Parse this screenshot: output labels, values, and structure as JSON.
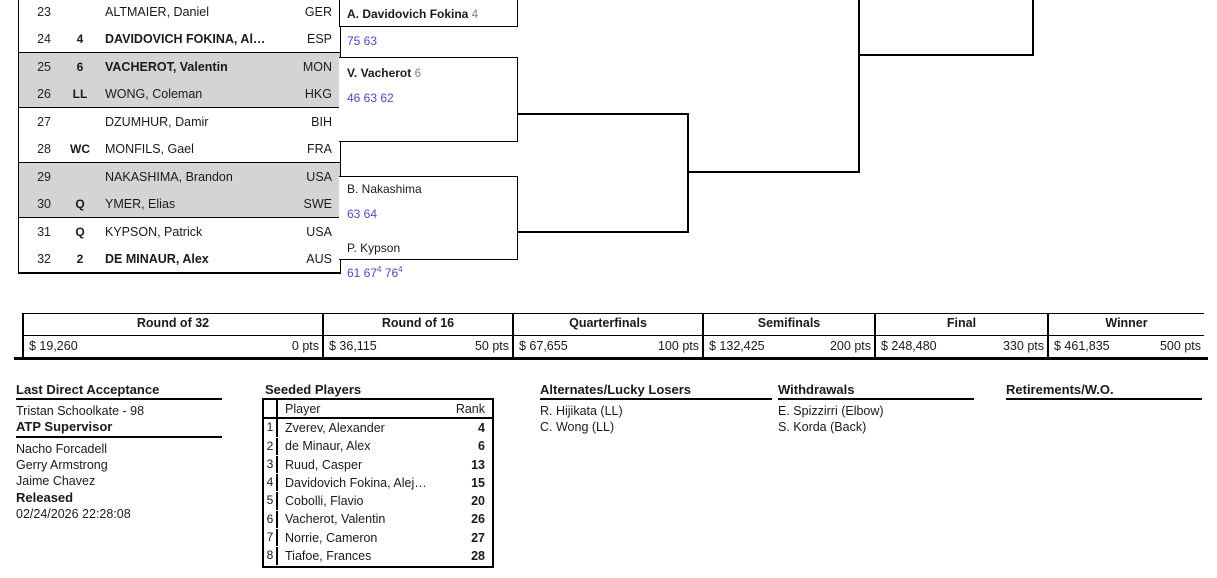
{
  "draw": {
    "entrants": [
      {
        "num": "23",
        "status": "",
        "name": "ALTMAIER, Daniel",
        "country": "GER",
        "bold": false,
        "shaded": false
      },
      {
        "num": "24",
        "status": "4",
        "name": "DAVIDOVICH FOKINA, Al…",
        "country": "ESP",
        "bold": true,
        "shaded": false
      },
      {
        "num": "25",
        "status": "6",
        "name": "VACHEROT, Valentin",
        "country": "MON",
        "bold": true,
        "shaded": true
      },
      {
        "num": "26",
        "status": "LL",
        "name": "WONG, Coleman",
        "country": "HKG",
        "bold": false,
        "shaded": true
      },
      {
        "num": "27",
        "status": "",
        "name": "DZUMHUR, Damir",
        "country": "BIH",
        "bold": false,
        "shaded": false
      },
      {
        "num": "28",
        "status": "WC",
        "name": "MONFILS, Gael",
        "country": "FRA",
        "bold": false,
        "shaded": false
      },
      {
        "num": "29",
        "status": "",
        "name": "NAKASHIMA, Brandon",
        "country": "USA",
        "bold": false,
        "shaded": true
      },
      {
        "num": "30",
        "status": "Q",
        "name": "YMER, Elias",
        "country": "SWE",
        "bold": false,
        "shaded": true
      },
      {
        "num": "31",
        "status": "Q",
        "name": "KYPSON, Patrick",
        "country": "USA",
        "bold": false,
        "shaded": false
      },
      {
        "num": "32",
        "status": "2",
        "name": "DE MINAUR, Alex",
        "country": "AUS",
        "bold": true,
        "shaded": false
      }
    ],
    "round_of_16": [
      {
        "winner": "A. Davidovich Fokina",
        "seed": "4",
        "bold": true,
        "score": "75 63"
      },
      {
        "winner": "V. Vacherot",
        "seed": "6",
        "bold": true,
        "score": "46 63 62"
      },
      {
        "winner": "B. Nakashima",
        "seed": "",
        "bold": false,
        "score": "63 64"
      },
      {
        "winner": "P. Kypson",
        "seed": "",
        "bold": false,
        "score": "61 67",
        "score_sup1": "4",
        "score_tail": " 76",
        "score_sup2": "4"
      }
    ]
  },
  "prize": {
    "rounds": [
      {
        "label": "Round of 32",
        "money": "$ 19,260",
        "points": "0 pts"
      },
      {
        "label": "Round of 16",
        "money": "$ 36,115",
        "points": "50 pts"
      },
      {
        "label": "Quarterfinals",
        "money": "$ 67,655",
        "points": "100 pts"
      },
      {
        "label": "Semifinals",
        "money": "$ 132,425",
        "points": "200 pts"
      },
      {
        "label": "Final",
        "money": "$ 248,480",
        "points": "330 pts"
      },
      {
        "label": "Winner",
        "money": "$ 461,835",
        "points": "500 pts"
      }
    ]
  },
  "footer": {
    "last_direct_acceptance": {
      "title": "Last Direct Acceptance",
      "value": "Tristan Schoolkate - 98"
    },
    "atp_supervisor": {
      "title": "ATP Supervisor",
      "names": "Nacho Forcadell\nGerry Armstrong\nJaime Chavez"
    },
    "released": {
      "title": "Released",
      "timestamp": "02/24/2026 22:28:08"
    },
    "seeded": {
      "title": "Seeded Players",
      "col_player": "Player",
      "col_rank": "Rank",
      "rows": [
        {
          "seed": "1",
          "player": "Zverev, Alexander",
          "rank": "4"
        },
        {
          "seed": "2",
          "player": "de Minaur, Alex",
          "rank": "6"
        },
        {
          "seed": "3",
          "player": "Ruud, Casper",
          "rank": "13"
        },
        {
          "seed": "4",
          "player": "Davidovich Fokina, Alej…",
          "rank": "15"
        },
        {
          "seed": "5",
          "player": "Cobolli, Flavio",
          "rank": "20"
        },
        {
          "seed": "6",
          "player": "Vacherot, Valentin",
          "rank": "26"
        },
        {
          "seed": "7",
          "player": "Norrie, Cameron",
          "rank": "27"
        },
        {
          "seed": "8",
          "player": "Tiafoe, Frances",
          "rank": "28"
        }
      ]
    },
    "alternates": {
      "title": "Alternates/Lucky Losers",
      "list": "R. Hijikata (LL)\nC. Wong (LL)"
    },
    "withdrawals": {
      "title": "Withdrawals",
      "list": "E. Spizzirri (Elbow)\nS. Korda (Back)"
    },
    "retirements": {
      "title": "Retirements/W.O.",
      "list": ""
    }
  },
  "colors": {
    "shaded_row": "#d4d4d4",
    "score_blue": "#4a49c4",
    "seed_gray": "#808080"
  }
}
